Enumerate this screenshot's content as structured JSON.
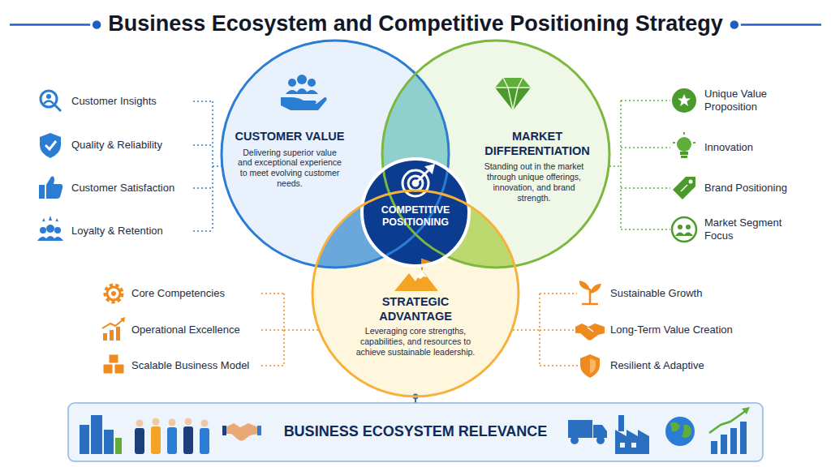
{
  "diagram": {
    "title": "Business Ecosystem and Competitive Positioning Strategy",
    "nodes": [
      {
        "text": [
          "CUSTOMER VALUE",
          "Delivering superior value and exceptional experience to meet evolving customer needs."
        ]
      },
      {
        "text": [
          "MARKET DIFFERENTIATION",
          "Standing out in the market through unique offerings, innovation, and brand strength."
        ]
      },
      {
        "text": [
          "COMPETITIVE POSITIONING"
        ]
      },
      {
        "text": [
          "STRATEGIC ADVANTAGE",
          "Leveraging core strengths, capabilities, and resources to achieve sustainable leadership."
        ]
      },
      {
        "text": [
          "BUSINESS ECOSYSTEM RELEVANCE"
        ]
      }
    ],
    "edges": [
      {
        "from": 3,
        "to": 4,
        "arrow": "none"
      }
    ],
    "labels": [
      "Customer Insights",
      "Quality & Reliability",
      "Customer Satisfaction",
      "Loyalty & Retention",
      "Unique Value Proposition",
      "Innovation",
      "Brand Positioning",
      "Market Segment Focus",
      "Core Competencies",
      "Operational Excellence",
      "Scalable Business Model",
      "Sustainable Growth",
      "Long-Term Value Creation",
      "Resilient & Adaptive"
    ]
  }
}
